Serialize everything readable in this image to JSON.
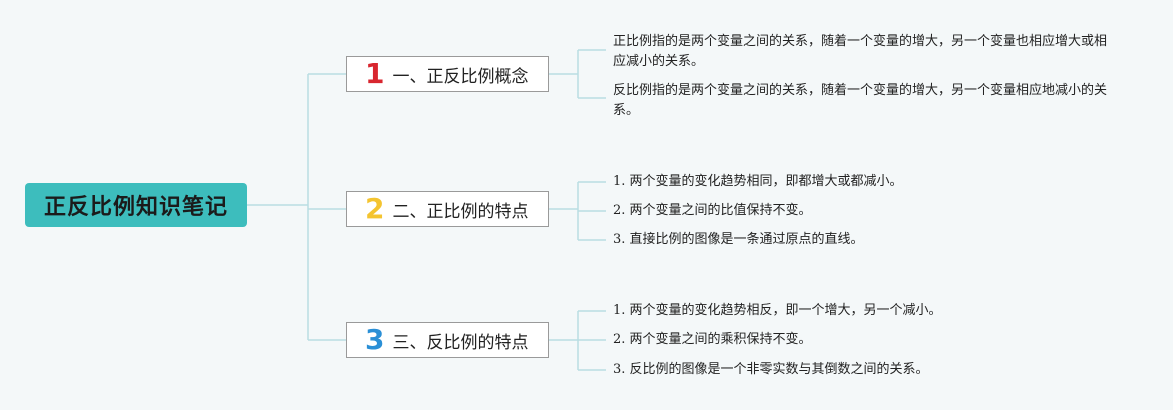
{
  "root": {
    "title": "正反比例知识笔记"
  },
  "branches": [
    {
      "num": "1",
      "num_color": "#d8262f",
      "label": "一、正反比例概念",
      "leaves": [
        "正比例指的是两个变量之间的关系，随着一个变量的增大，另一个变量也相应增大或相应减小的关系。",
        "反比例指的是两个变量之间的关系，随着一个变量的增大，另一个变量相应地减小的关系。"
      ]
    },
    {
      "num": "2",
      "num_color": "#f4c430",
      "label": "二、正比例的特点",
      "leaves": [
        "1. 两个变量的变化趋势相同，即都增大或都减小。",
        "2. 两个变量之间的比值保持不变。",
        "3. 直接比例的图像是一条通过原点的直线。"
      ]
    },
    {
      "num": "3",
      "num_color": "#2a8fd6",
      "label": "三、反比例的特点",
      "leaves": [
        "1. 两个变量的变化趋势相反，即一个增大，另一个减小。",
        "2. 两个变量之间的乘积保持不变。",
        "3. 反比例的图像是一个非零实数与其倒数之间的关系。"
      ]
    }
  ],
  "colors": {
    "connector": "#b9dde2",
    "root_bg": "#3dbdbd",
    "background": "#f4f8f9"
  }
}
